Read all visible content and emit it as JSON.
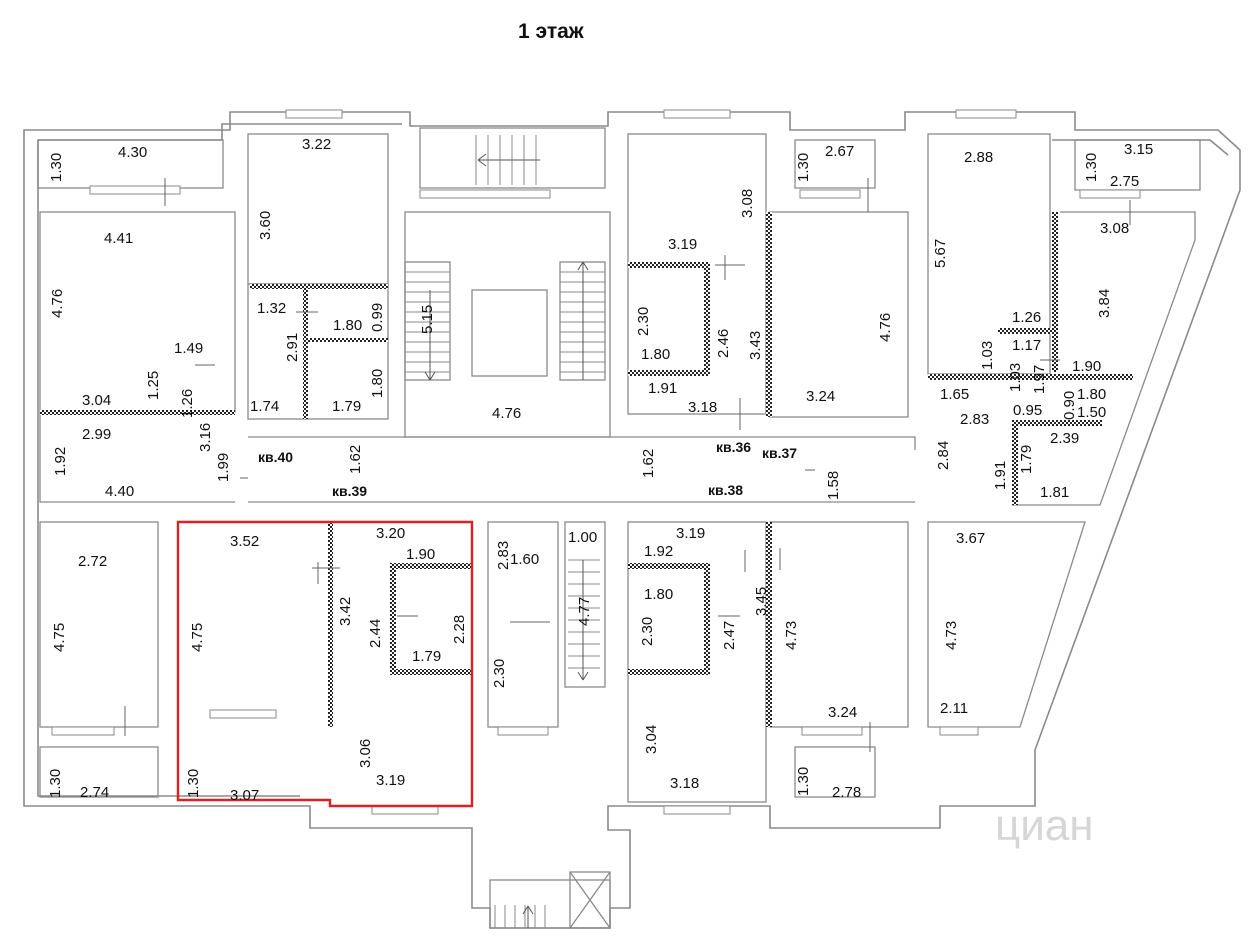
{
  "title": "1 этаж",
  "watermark": "циан",
  "colors": {
    "highlight": "#e02020",
    "wall": "#8a8a8a",
    "hatch": "#222222"
  },
  "apartments": [
    "кв.36",
    "кв.37",
    "кв.38",
    "кв.39",
    "кв.40"
  ],
  "dimensions": {
    "d01": "4.30",
    "d02": "1.30",
    "d03": "3.22",
    "d04": "4.41",
    "d05": "4.76",
    "d06": "3.60",
    "d07": "1.32",
    "d08": "1.80",
    "d09": "0.99",
    "d10": "2.91",
    "d11": "1.49",
    "d12": "1.25",
    "d13": "1.26",
    "d14": "3.04",
    "d15": "1.80",
    "d16": "1.74",
    "d17": "1.79",
    "d18": "2.99",
    "d19": "3.16",
    "d20": "1.92",
    "d21": "1.99",
    "d22": "4.40",
    "d23": "1.62",
    "d24": "5.15",
    "d25": "4.76",
    "d26": "1.30",
    "d27": "2.67",
    "d28": "3.08",
    "d29": "3.19",
    "d30": "2.30",
    "d31": "2.46",
    "d32": "3.43",
    "d33": "4.76",
    "d34": "1.80",
    "d35": "1.91",
    "d36": "3.18",
    "d37": "3.24",
    "d38": "2.88",
    "d39": "5.67",
    "d40": "1.30",
    "d41": "3.15",
    "d42": "2.75",
    "d43": "3.08",
    "d44": "3.84",
    "d45": "1.26",
    "d46": "1.17",
    "d47": "1.03",
    "d48": "1.03",
    "d49": "1.97",
    "d50": "1.90",
    "d51": "1.65",
    "d52": "1.80",
    "d53": "2.83",
    "d54": "0.95",
    "d55": "0.90",
    "d56": "1.50",
    "d57": "2.39",
    "d58": "2.84",
    "d59": "1.91",
    "d60": "1.79",
    "d61": "1.81",
    "d62": "1.62",
    "d63": "1.58",
    "d64": "2.72",
    "d65": "4.75",
    "d66": "3.52",
    "d67": "3.20",
    "d68": "1.90",
    "d69": "4.75",
    "d70": "3.42",
    "d71": "2.44",
    "d72": "2.28",
    "d73": "1.79",
    "d74": "2.83",
    "d75": "1.60",
    "d76": "1.00",
    "d77": "4.77",
    "d78": "2.30",
    "d79": "3.19",
    "d80": "1.92",
    "d81": "1.80",
    "d82": "2.30",
    "d83": "2.47",
    "d84": "3.45",
    "d85": "4.73",
    "d86": "3.67",
    "d87": "4.73",
    "d88": "3.24",
    "d89": "2.11",
    "d90": "3.04",
    "d91": "3.18",
    "d92": "1.30",
    "d93": "2.74",
    "d94": "1.30",
    "d95": "3.07",
    "d96": "3.06",
    "d97": "3.19",
    "d98": "1.30",
    "d99": "2.78"
  }
}
